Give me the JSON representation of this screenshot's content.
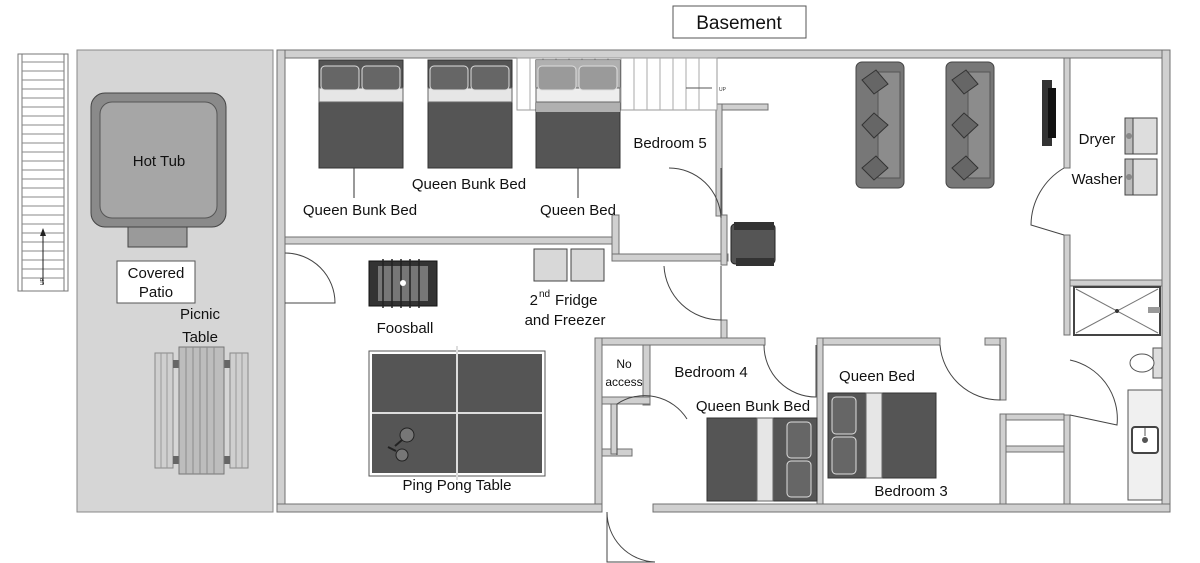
{
  "title": "Basement",
  "labels": {
    "hot_tub": "Hot Tub",
    "covered_patio_1": "Covered",
    "covered_patio_2": "Patio",
    "picnic_1": "Picnic",
    "picnic_2": "Table",
    "queen_bunk_bed_left": "Queen Bunk Bed",
    "queen_bunk_bed_mid": "Queen Bunk Bed",
    "queen_bed_b5": "Queen Bed",
    "bedroom5": "Bedroom 5",
    "fridge_sup": "nd",
    "fridge_1_pre": "2",
    "fridge_1_post": "Fridge",
    "fridge_2": "and Freezer",
    "foosball": "Foosball",
    "ping_pong": "Ping Pong Table",
    "no_access_1": "No",
    "no_access_2": "access",
    "bedroom4": "Bedroom 4",
    "queen_bunk_bed_b4": "Queen Bunk Bed",
    "queen_bed_b3": "Queen Bed",
    "bedroom3": "Bedroom 3",
    "dryer": "Dryer",
    "washer": "Washer",
    "up_stair": "UP",
    "up_patio": "UP"
  }
}
